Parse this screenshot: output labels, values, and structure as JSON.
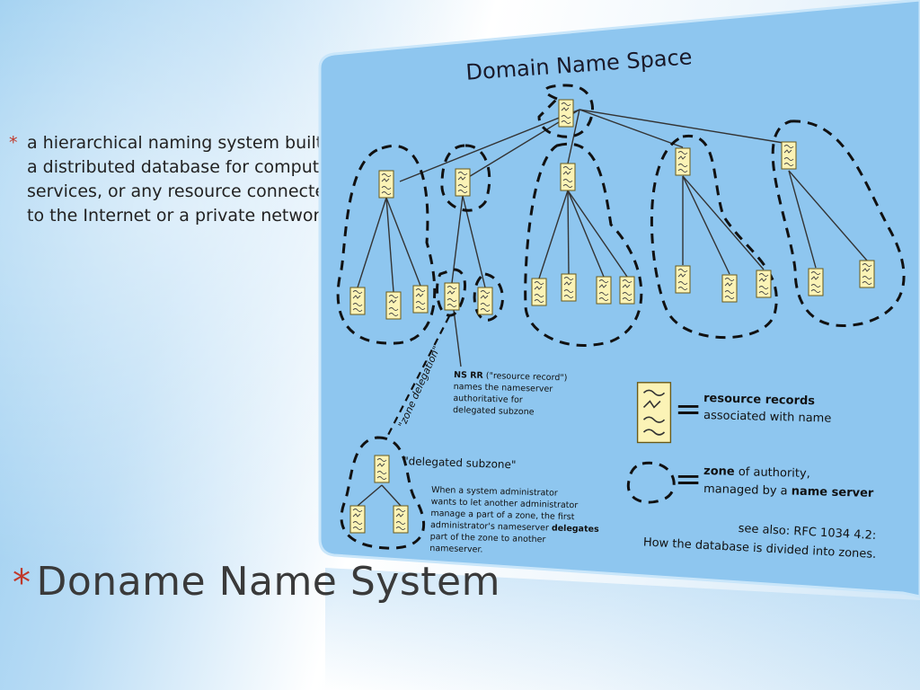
{
  "slide": {
    "bullet_marker": "*",
    "bullet_text": "a hierarchical naming system built on a distributed database for computers, services, or any resource connected to the Internet or a private network",
    "title_marker": "*",
    "title": "Doname Name System"
  },
  "diagram": {
    "title": "Domain Name Space",
    "zone_delegation_label": "\"zone delegation\"",
    "ns_rr_bold": "NS RR",
    "ns_rr_rest": " (\"resource record\")",
    "ns_rr_line2": "names the nameserver",
    "ns_rr_line3": "authoritative for",
    "ns_rr_line4": "delegated subzone",
    "delegated_subzone": "\"delegated subzone\"",
    "admin_line1": "When a system administrator",
    "admin_line2": "wants to let another administrator",
    "admin_line3": "manage a part of a zone, the first",
    "admin_line4": "administrator's nameserver",
    "admin_bold": "delegates",
    "admin_line5": "part of the zone to another",
    "admin_line6": "nameserver.",
    "legend_rr_equals": "=",
    "legend_rr_bold": "resource records",
    "legend_rr_line2": "associated with name",
    "legend_zone_equals": "=",
    "legend_zone_bold": "zone",
    "legend_zone_rest": " of authority,",
    "legend_zone_line2_a": "managed by a ",
    "legend_zone_line2_bold": "name server",
    "see_also_line1": "see also: RFC 1034 4.2:",
    "see_also_line2": "How the database is divided into zones."
  },
  "colors": {
    "panel": "#8ec6ef",
    "record_fill": "#fbf3b6",
    "record_stroke": "#7a6a20",
    "accent_star": "#c0392b"
  }
}
